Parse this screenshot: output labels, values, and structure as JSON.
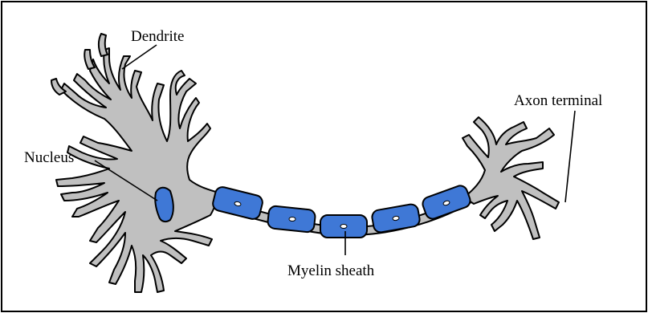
{
  "labels": {
    "dendrite": "Dendrite",
    "nucleus": "Nucleus",
    "myelin_sheath": "Myelin sheath",
    "axon_terminal": "Axon terminal"
  },
  "colors": {
    "cell_body": "#c0c0c0",
    "myelin": "#3f78d6",
    "nucleus": "#3f78d6",
    "outline": "#000000",
    "frame": "#000000"
  }
}
